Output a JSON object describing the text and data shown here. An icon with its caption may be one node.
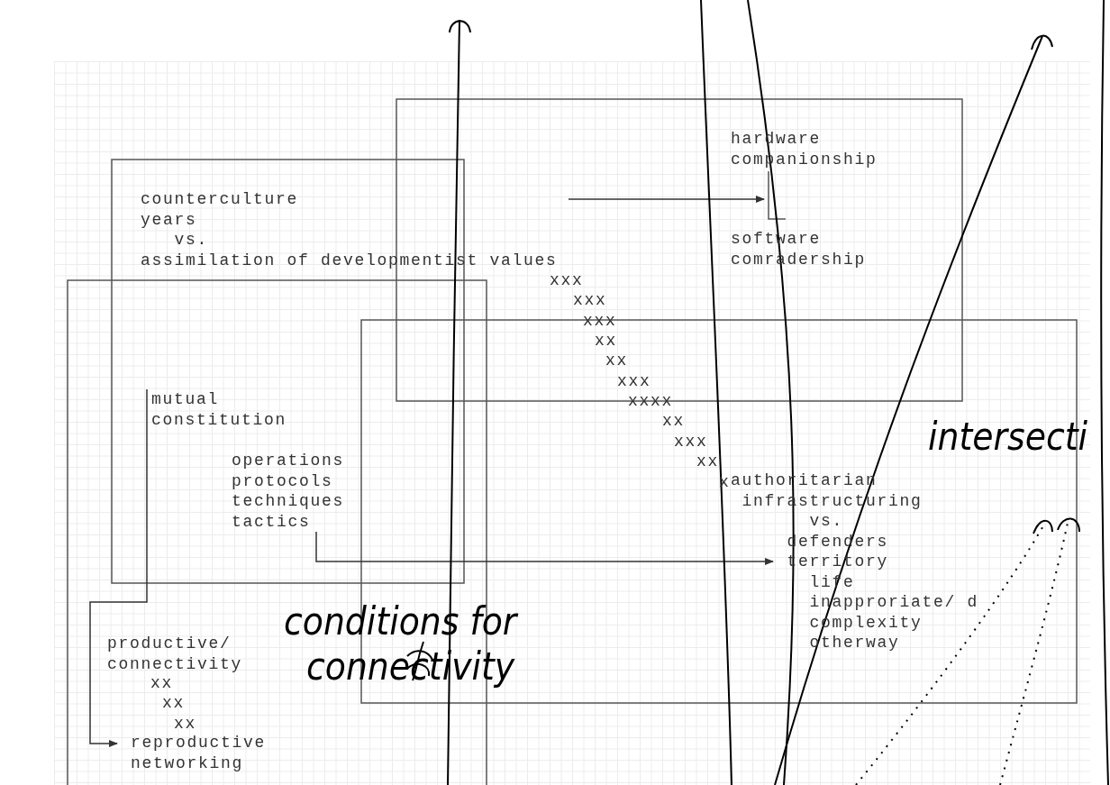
{
  "diagram": {
    "nodes": [
      {
        "text": [
          "counterculture years vs. assimilation of developmentist values"
        ]
      },
      {
        "text": [
          "hardware companionship"
        ]
      },
      {
        "text": [
          "software comradership"
        ]
      },
      {
        "text": [
          "mutual constitution"
        ]
      },
      {
        "text": [
          "operations protocols techniques tactics"
        ]
      },
      {
        "text": [
          "authoritarian infrastructuring vs. defenders territory life inapproriate/ d complexity otherway"
        ]
      },
      {
        "text": [
          "productive/ connectivity"
        ]
      },
      {
        "text": [
          "reproductive networking"
        ]
      }
    ],
    "edges": [
      {
        "from": 0,
        "to": 1,
        "arrow": "to"
      },
      {
        "from": 4,
        "to": 5,
        "arrow": "to"
      },
      {
        "from": 3,
        "to": 7,
        "arrow": "to"
      }
    ],
    "labels": [
      "xxx",
      "xxx",
      "xxx",
      "xx",
      "xx",
      "xxx",
      "xxxx",
      "intersecti",
      "xx",
      "xxx",
      "xx",
      "x",
      "conditions for connectivity",
      "xx",
      "xx",
      "xx"
    ]
  }
}
